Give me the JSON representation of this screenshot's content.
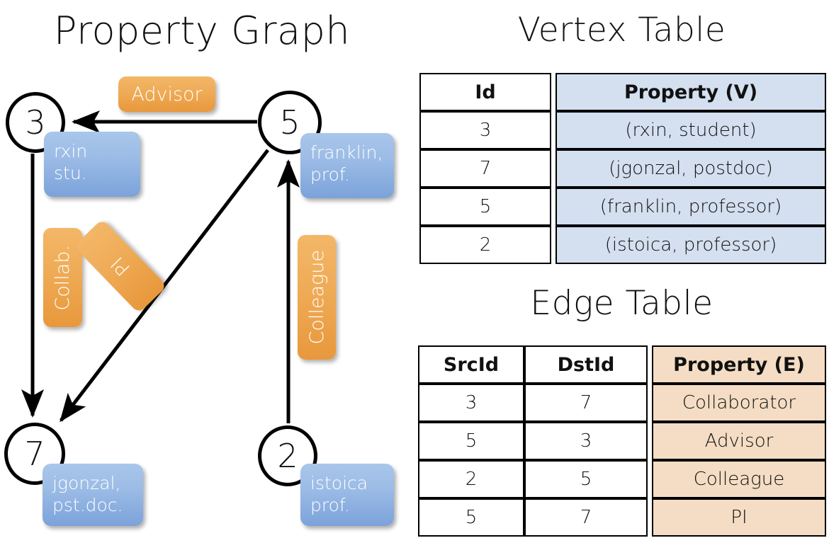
{
  "titles": {
    "property_graph": "Property Graph",
    "vertex_table": "Vertex Table",
    "edge_table": "Edge Table"
  },
  "graph": {
    "nodes": [
      {
        "id": "3",
        "property": "rxin\nstu.",
        "line1": "rxin",
        "line2": "stu."
      },
      {
        "id": "5",
        "property": "franklin, prof.",
        "line1": "franklin,",
        "line2": "prof."
      },
      {
        "id": "7",
        "property": "jgonzal, pst.doc.",
        "line1": "jgonzal,",
        "line2": "pst.doc."
      },
      {
        "id": "2",
        "property": "istoica prof.",
        "line1": "istoica",
        "line2": "prof."
      }
    ],
    "edge_labels": {
      "advisor": "Advisor",
      "collab": "Collab.",
      "pi": "PI",
      "colleague": "Colleague"
    },
    "edges": [
      {
        "src": "5",
        "dst": "3",
        "label": "Advisor"
      },
      {
        "src": "3",
        "dst": "7",
        "label": "Collab."
      },
      {
        "src": "5",
        "dst": "7",
        "label": "PI"
      },
      {
        "src": "2",
        "dst": "5",
        "label": "Colleague"
      }
    ]
  },
  "vertex_table": {
    "headers": [
      "Id",
      "Property (V)"
    ],
    "rows": [
      {
        "id": "3",
        "property": "(rxin, student)"
      },
      {
        "id": "7",
        "property": "(jgonzal, postdoc)"
      },
      {
        "id": "5",
        "property": "(franklin, professor)"
      },
      {
        "id": "2",
        "property": "(istoica, professor)"
      }
    ]
  },
  "edge_table": {
    "headers": [
      "SrcId",
      "DstId",
      "Property (E)"
    ],
    "rows": [
      {
        "src": "3",
        "dst": "7",
        "property": "Collaborator"
      },
      {
        "src": "5",
        "dst": "3",
        "property": "Advisor"
      },
      {
        "src": "2",
        "dst": "5",
        "property": "Colleague"
      },
      {
        "src": "5",
        "dst": "7",
        "property": "PI"
      }
    ]
  },
  "colors": {
    "vertex_property_fill": "#d4dff0",
    "edge_property_fill": "#f4ddc4",
    "node_property_box": "#9cbce6",
    "edge_label_box": "#efab56",
    "stroke": "#000000",
    "background": "#ffffff"
  }
}
